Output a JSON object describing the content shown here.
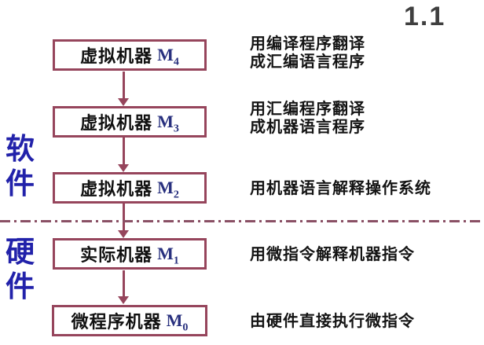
{
  "slide": {
    "section_number": "1.1",
    "side_labels": {
      "software": "软件",
      "hardware": "硬件"
    },
    "colors": {
      "box_border": "#96455c",
      "arrow": "#96455c",
      "divider": "#8a5065",
      "side_label_blue": "#2222aa",
      "machine_navy": "#28307e",
      "description_text": "#141414",
      "section_number_gray": "#3f3f3f"
    },
    "levels": [
      {
        "name": "虚拟机器",
        "machine": "M",
        "sub": "4",
        "line1": "用编译程序翻译",
        "line2": "成汇编语言程序"
      },
      {
        "name": "虚拟机器",
        "machine": "M",
        "sub": "3",
        "line1": "用汇编程序翻译",
        "line2": "成机器语言程序"
      },
      {
        "name": "虚拟机器",
        "machine": "M",
        "sub": "2",
        "line1": "用机器语言解释操作系统",
        "line2": ""
      },
      {
        "name": "实际机器",
        "machine": "M",
        "sub": "1",
        "line1": "用微指令解释机器指令",
        "line2": ""
      },
      {
        "name": "微程序机器",
        "machine": "M",
        "sub": "0",
        "line1": "由硬件直接执行微指令",
        "line2": ""
      }
    ]
  }
}
